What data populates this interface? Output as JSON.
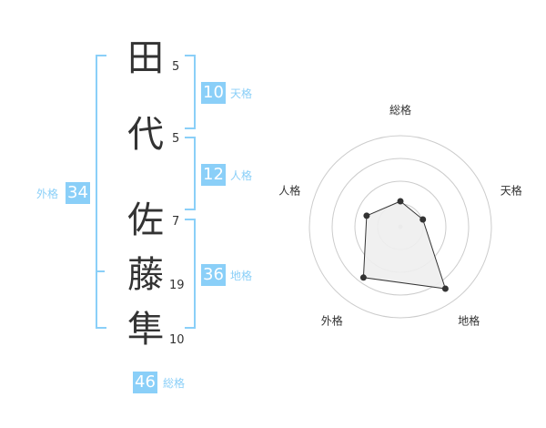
{
  "name": {
    "chars": [
      {
        "char": "田",
        "strokes": "5"
      },
      {
        "char": "代",
        "strokes": "5"
      },
      {
        "char": "佐",
        "strokes": "7"
      },
      {
        "char": "藤",
        "strokes": "19"
      },
      {
        "char": "隼",
        "strokes": "10"
      }
    ]
  },
  "fortunes": {
    "tenkaku": {
      "value": "10",
      "label": "天格"
    },
    "jinkaku": {
      "value": "12",
      "label": "人格"
    },
    "chikaku": {
      "value": "36",
      "label": "地格"
    },
    "gaikaku": {
      "value": "34",
      "label": "外格"
    },
    "soukaku": {
      "value": "46",
      "label": "総格"
    }
  },
  "colors": {
    "accent": "#8acff8",
    "label_text": "#8acff8",
    "kanji_text": "#333333",
    "radar_ring": "#cccccc",
    "radar_fill": "#eeeeee",
    "radar_line": "#333333"
  },
  "chart_data": {
    "type": "radar",
    "axes": [
      "総格",
      "天格",
      "地格",
      "外格",
      "人格"
    ],
    "values": [
      0.28,
      0.26,
      0.84,
      0.69,
      0.39
    ],
    "rings": 4,
    "range": [
      0,
      1
    ]
  }
}
